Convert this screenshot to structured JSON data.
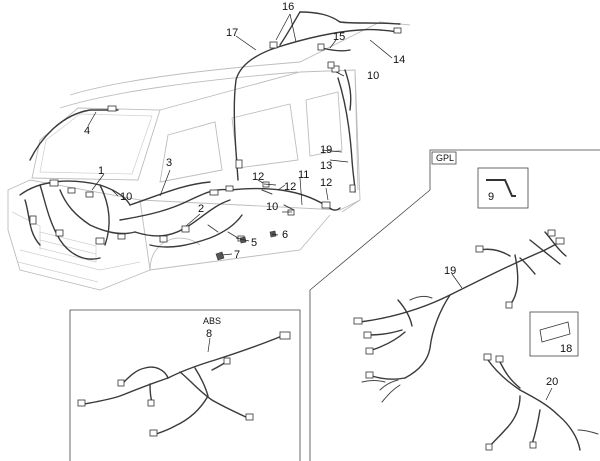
{
  "callouts": {
    "n1": "1",
    "n2": "2",
    "n3": "3",
    "n4": "4",
    "n5": "5",
    "n6": "6",
    "n7": "7",
    "n8": "8",
    "n9": "9",
    "n10": "10",
    "n11": "11",
    "n12": "12",
    "n13": "13",
    "n14": "14",
    "n15": "15",
    "n16": "16",
    "n17": "17",
    "n18": "18",
    "n19": "19",
    "n20": "20"
  },
  "insets": {
    "gpl_label": "GPL",
    "abs_label": "ABS"
  }
}
